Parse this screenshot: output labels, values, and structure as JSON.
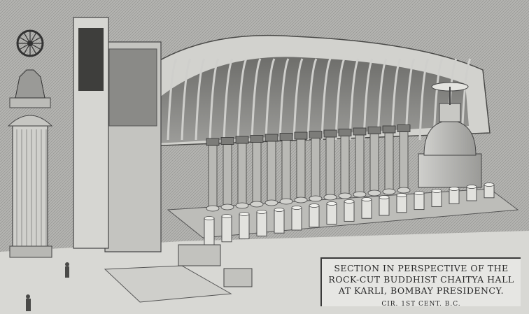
{
  "caption": {
    "line1": "SECTION IN PERSPECTIVE OF THE",
    "line2": "ROCK-CUT BUDDHIST CHAITYA HALL",
    "line3": "AT KARLI, BOMBAY PRESIDENCY.",
    "date": "CIR. 1ST CENT. B.C."
  },
  "colors": {
    "paper": "#e2e2df",
    "rock": "#a9a9a6",
    "shadow": "#5a5a58",
    "ink": "#2a2a2a"
  }
}
